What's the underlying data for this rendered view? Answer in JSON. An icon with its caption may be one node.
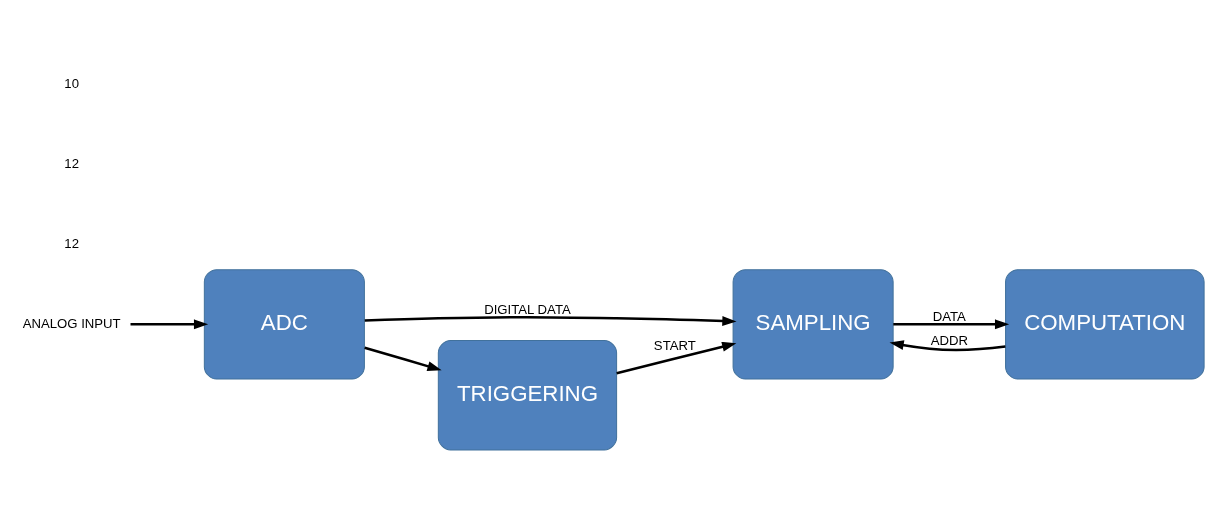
{
  "diagram": {
    "nodes": [
      {
        "text": [
          "ANALOG INPUT"
        ]
      },
      {
        "text": [
          "ADC"
        ]
      },
      {
        "text": [
          "SAMPLING"
        ]
      },
      {
        "text": [
          "COMPUTATION"
        ]
      },
      {
        "text": [
          "TRIGGERING"
        ]
      }
    ],
    "edges": [
      {
        "from": 0,
        "to": 1,
        "arrow": "to"
      },
      {
        "from": 1,
        "to": 2,
        "arrow": "to",
        "label": "DIGITAL DATA"
      },
      {
        "from": 1,
        "to": 4,
        "arrow": "to"
      },
      {
        "from": 4,
        "to": 2,
        "arrow": "to",
        "label": "START"
      },
      {
        "from": 2,
        "to": 3,
        "arrow": "to",
        "label": "DATA"
      },
      {
        "from": 3,
        "to": 2,
        "arrow": "to",
        "label": "ADDR"
      }
    ],
    "labels": [
      "12",
      "12",
      "10"
    ]
  }
}
